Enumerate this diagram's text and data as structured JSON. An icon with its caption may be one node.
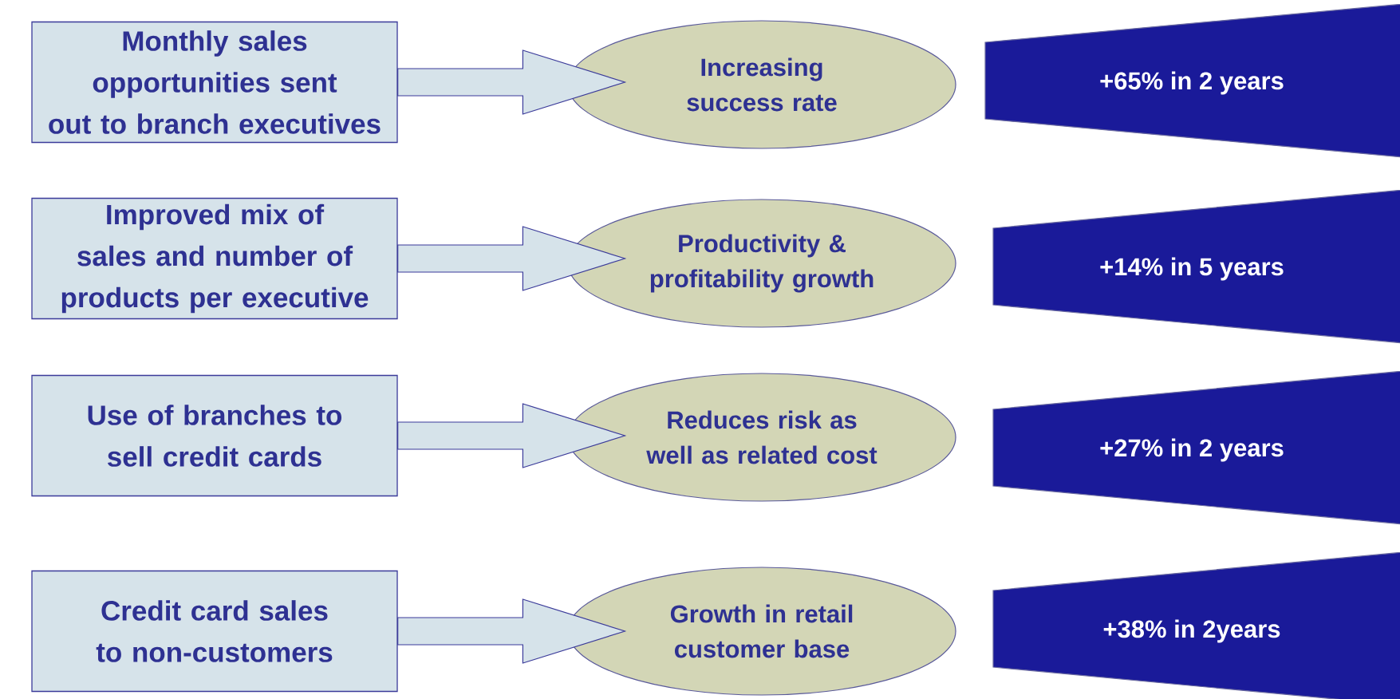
{
  "diagram": {
    "nodes": [
      {
        "text": [
          "Monthly sales opportunities sent out to branch executives"
        ]
      },
      {
        "text": [
          "Increasing success rate"
        ]
      },
      {
        "text": [
          "+65% in 2 years"
        ]
      },
      {
        "text": [
          "Improved mix of sales and number of products per executive"
        ]
      },
      {
        "text": [
          "Productivity & profitability growth"
        ]
      },
      {
        "text": [
          "+14% in 5 years"
        ]
      },
      {
        "text": [
          "Use of branches to sell credit cards"
        ]
      },
      {
        "text": [
          "Reduces risk as well as related cost"
        ]
      },
      {
        "text": [
          "+27% in 2 years"
        ]
      },
      {
        "text": [
          "Credit card sales to non-customers"
        ]
      },
      {
        "text": [
          "Growth in retail customer base"
        ]
      },
      {
        "text": [
          "+38% in 2years"
        ]
      }
    ],
    "edges": [
      {
        "from": 0,
        "to": 1,
        "arrow": "to"
      },
      {
        "from": 3,
        "to": 4,
        "arrow": "to"
      },
      {
        "from": 6,
        "to": 7,
        "arrow": "to"
      },
      {
        "from": 9,
        "to": 10,
        "arrow": "to"
      }
    ]
  }
}
